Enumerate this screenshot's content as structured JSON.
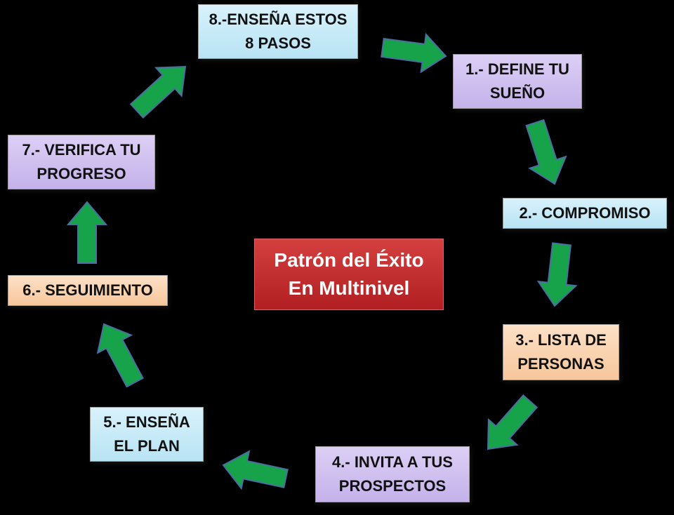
{
  "title": "Patrón del Éxito\nEn Multinivel",
  "steps": [
    {
      "label": "1.- DEFINE TU\nSUEÑO",
      "color": "purple"
    },
    {
      "label": "2.- COMPROMISO",
      "color": "blue"
    },
    {
      "label": "3.- LISTA DE\nPERSONAS",
      "color": "orange"
    },
    {
      "label": "4.- INVITA A TUS\nPROSPECTOS",
      "color": "purple"
    },
    {
      "label": "5.- ENSEÑA\nEL PLAN",
      "color": "blue"
    },
    {
      "label": "6.- SEGUIMIENTO",
      "color": "orange"
    },
    {
      "label": "7.- VERIFICA TU\nPROGRESO",
      "color": "purple"
    },
    {
      "label": "8.-ENSEÑA ESTOS\n8 PASOS",
      "color": "blue"
    }
  ],
  "colors": {
    "background": "#000000",
    "arrow_fill": "#17a34a",
    "arrow_stroke": "#4a6fa0",
    "title_box": "#c0292b"
  }
}
